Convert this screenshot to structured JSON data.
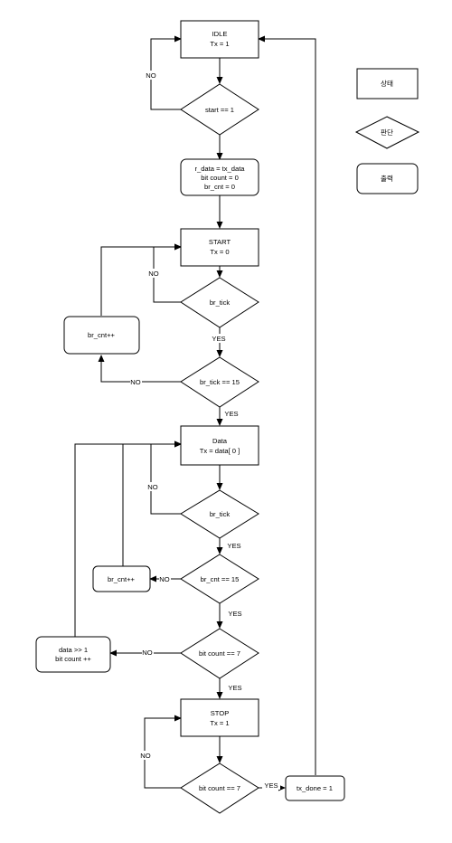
{
  "nodes": {
    "idle": [
      "IDLE",
      "Tx = 1"
    ],
    "start_eq_1": "start == 1",
    "init_output": [
      "r_data = tx_data",
      "bit count = 0",
      "br_cnt = 0"
    ],
    "start_state": [
      "START",
      "Tx = 0"
    ],
    "br_tick_start": "br_tick",
    "br_cnt_inc_start": "br_cnt++",
    "br_tick_eq_15": "br_tick == 15",
    "data_state": [
      "Data",
      "Tx = data[ 0 ]"
    ],
    "br_tick_data": "br_tick",
    "br_cnt_inc_data": "br_cnt++",
    "br_cnt_eq_15": "br_cnt == 15",
    "shift_output": [
      "data >> 1",
      "bit count ++"
    ],
    "bit_count_eq_7_data": "bit count == 7",
    "stop_state": [
      "STOP",
      "Tx = 1"
    ],
    "bit_count_eq_7_stop": "bit count == 7",
    "tx_done_output": "tx_done = 1"
  },
  "edge_labels": {
    "no": "NO",
    "yes": "YES"
  },
  "legend": {
    "state": "상태",
    "decision": "판단",
    "output": "출력"
  }
}
